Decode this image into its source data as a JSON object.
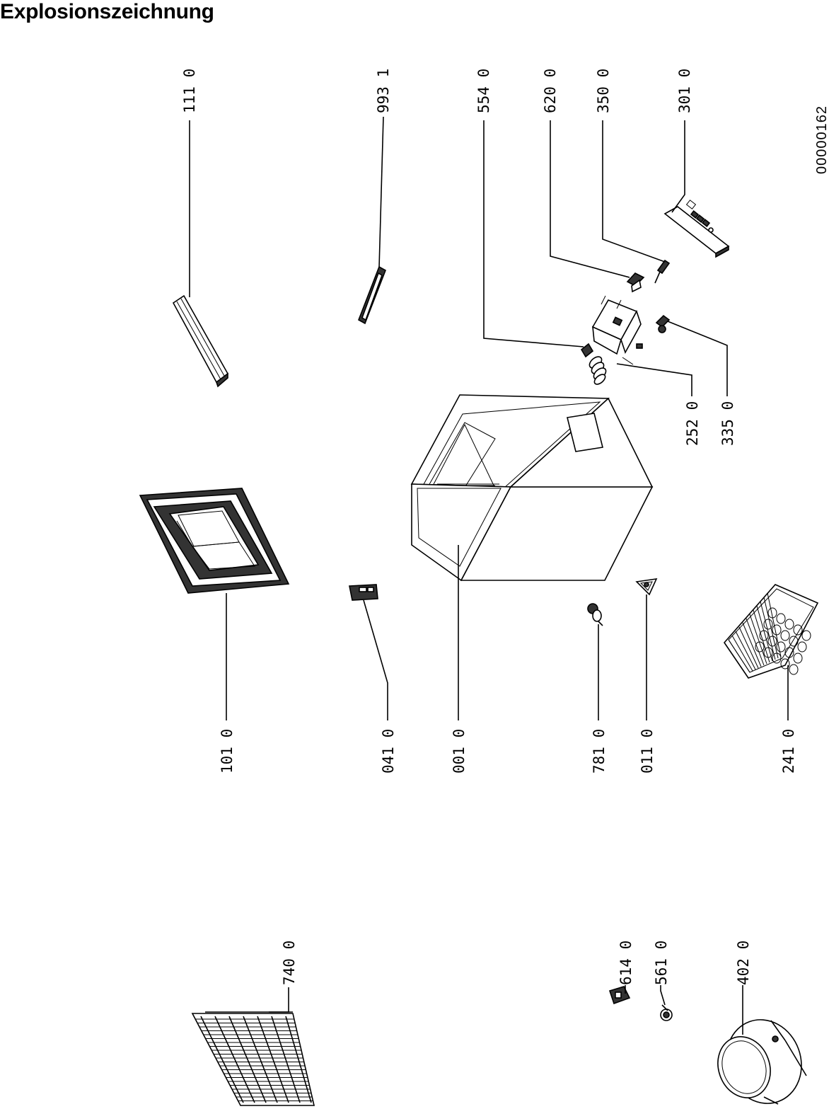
{
  "title": "Explosionszeichnung",
  "doc_id": "00000162",
  "parts": {
    "p111": "111 0",
    "p993": "993 1",
    "p554": "554 0",
    "p620": "620 0",
    "p350": "350 0",
    "p301": "301 0",
    "p252": "252 0",
    "p335": "335 0",
    "p101": "101 0",
    "p041": "041 0",
    "p001": "001 0",
    "p781": "781 0",
    "p011": "011 0",
    "p241": "241 0",
    "p740": "740 0",
    "p614": "614 0",
    "p561": "561 0",
    "p402": "402 0"
  }
}
